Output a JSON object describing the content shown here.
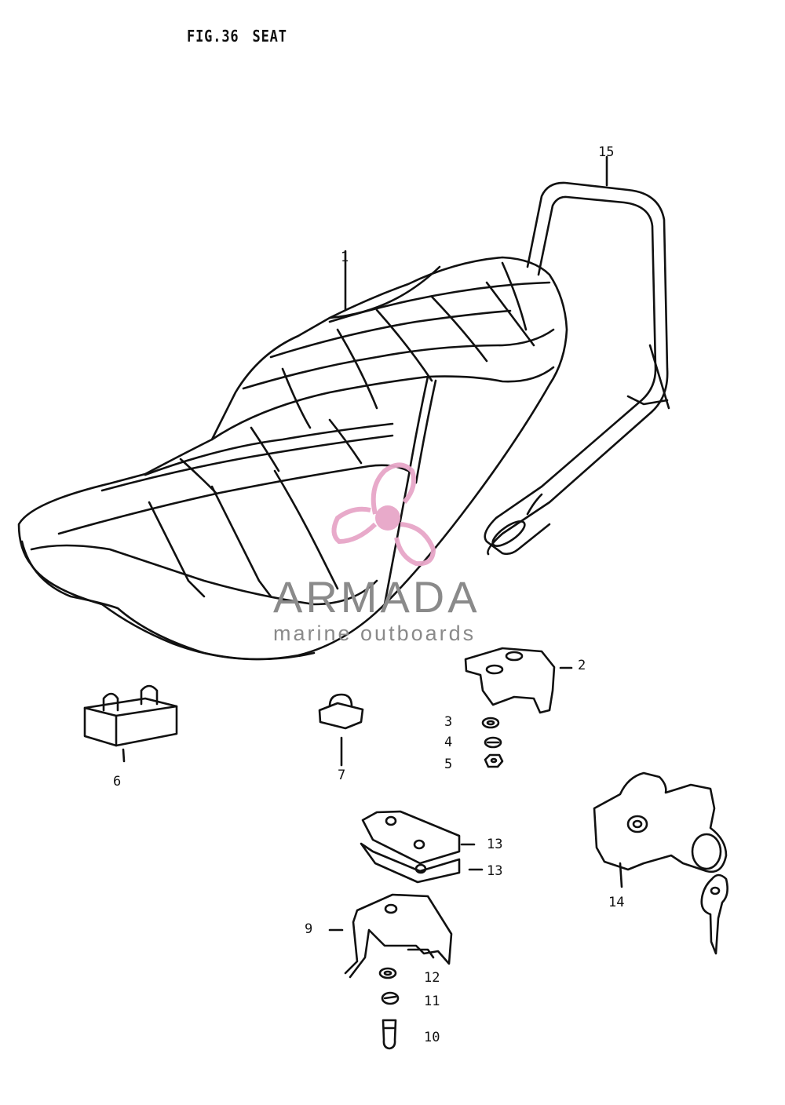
{
  "figure": {
    "number": "FIG.36",
    "title": "SEAT"
  },
  "callouts": [
    {
      "id": "c1",
      "text": "1"
    },
    {
      "id": "c15",
      "text": "15"
    },
    {
      "id": "c2",
      "text": "2"
    },
    {
      "id": "c3",
      "text": "3"
    },
    {
      "id": "c4",
      "text": "4"
    },
    {
      "id": "c5",
      "text": "5"
    },
    {
      "id": "c6",
      "text": "6"
    },
    {
      "id": "c7",
      "text": "7"
    },
    {
      "id": "c13a",
      "text": "13"
    },
    {
      "id": "c13b",
      "text": "13"
    },
    {
      "id": "c14",
      "text": "14"
    },
    {
      "id": "c9",
      "text": "9"
    },
    {
      "id": "c12",
      "text": "12"
    },
    {
      "id": "c11",
      "text": "11"
    },
    {
      "id": "c10",
      "text": "10"
    }
  ],
  "watermark": {
    "word": "ARMADA",
    "tagline": "marine outboards",
    "logo_icon": "propeller-logo-icon",
    "logo_color": "#e7a6c8",
    "text_color": "#8a8a8a"
  },
  "line_color": "#111111"
}
